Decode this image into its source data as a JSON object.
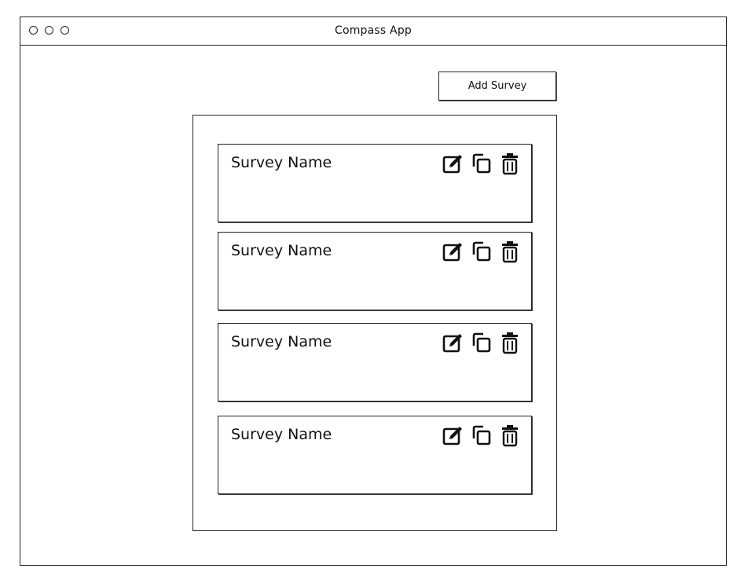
{
  "window": {
    "title": "Compass App"
  },
  "toolbar": {
    "add_survey_label": "Add Survey"
  },
  "surveys": [
    {
      "name": "Survey Name"
    },
    {
      "name": "Survey Name"
    },
    {
      "name": "Survey Name"
    },
    {
      "name": "Survey Name"
    }
  ],
  "icons": {
    "edit": "edit-icon",
    "copy": "copy-icon",
    "delete": "trash-icon"
  }
}
